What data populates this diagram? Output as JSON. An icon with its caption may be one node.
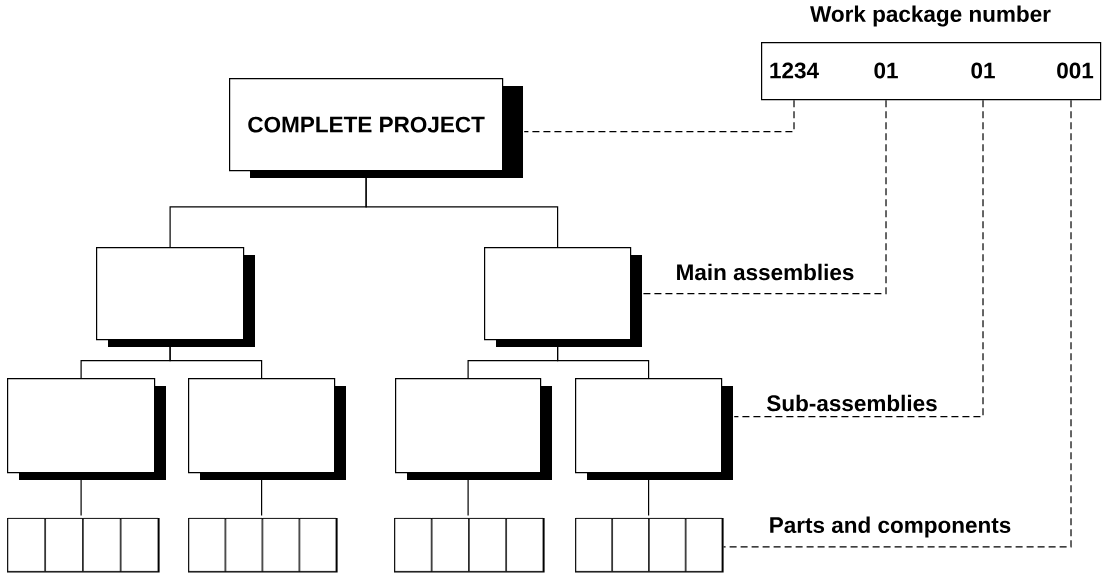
{
  "diagram": {
    "nodes": [
      {
        "text": [
          "COMPLETE PROJECT"
        ]
      },
      {
        "text": [],
        "shape": "box"
      },
      {
        "text": [],
        "shape": "box"
      },
      {
        "text": [],
        "shape": "box"
      },
      {
        "text": [],
        "shape": "box"
      },
      {
        "text": [],
        "shape": "box"
      },
      {
        "text": [],
        "shape": "box"
      },
      {
        "text": [],
        "shape": "bar"
      },
      {
        "text": [],
        "shape": "bar"
      },
      {
        "text": [],
        "shape": "bar"
      },
      {
        "text": [],
        "shape": "bar"
      },
      {
        "text": [],
        "shape": "box",
        "in": 7
      },
      {
        "text": [],
        "shape": "box",
        "in": 7
      },
      {
        "text": [],
        "shape": "box",
        "in": 7
      },
      {
        "text": [],
        "shape": "box",
        "in": 7
      },
      {
        "text": [],
        "shape": "box",
        "in": 8
      },
      {
        "text": [],
        "shape": "box",
        "in": 8
      },
      {
        "text": [],
        "shape": "box",
        "in": 8
      },
      {
        "text": [],
        "shape": "box",
        "in": 8
      },
      {
        "text": [],
        "shape": "box",
        "in": 9
      },
      {
        "text": [],
        "shape": "box",
        "in": 9
      },
      {
        "text": [],
        "shape": "box",
        "in": 9
      },
      {
        "text": [],
        "shape": "box",
        "in": 9
      },
      {
        "text": [],
        "shape": "box",
        "in": 10
      },
      {
        "text": [],
        "shape": "box",
        "in": 10
      },
      {
        "text": [],
        "shape": "box",
        "in": 10
      },
      {
        "text": [],
        "shape": "box",
        "in": 10
      },
      {
        "text": [
          "Work package number",
          "1234",
          "01",
          "01",
          "001"
        ]
      }
    ],
    "edges": [
      {
        "from": 0,
        "to": 1,
        "arrow": "none"
      },
      {
        "from": 0,
        "to": 2,
        "arrow": "none"
      },
      {
        "from": 1,
        "to": 3,
        "arrow": "none"
      },
      {
        "from": 1,
        "to": 4,
        "arrow": "none"
      },
      {
        "from": 2,
        "to": 5,
        "arrow": "none"
      },
      {
        "from": 2,
        "to": 6,
        "arrow": "none"
      },
      {
        "from": 3,
        "to": 7,
        "arrow": "none"
      },
      {
        "from": 4,
        "to": 8,
        "arrow": "none"
      },
      {
        "from": 5,
        "to": 9,
        "arrow": "none"
      },
      {
        "from": 6,
        "to": 10,
        "arrow": "none"
      },
      {
        "from": 27,
        "to": 0,
        "arrow": "none",
        "style": "dashed"
      },
      {
        "from": 27,
        "to": 2,
        "arrow": "none",
        "style": "dashed"
      },
      {
        "from": 27,
        "to": 6,
        "arrow": "none",
        "style": "dashed"
      },
      {
        "from": 27,
        "to": 10,
        "arrow": "none",
        "style": "dashed"
      }
    ],
    "labels": [
      "Main assemblies",
      "Sub-assemblies",
      "Parts and components"
    ]
  }
}
